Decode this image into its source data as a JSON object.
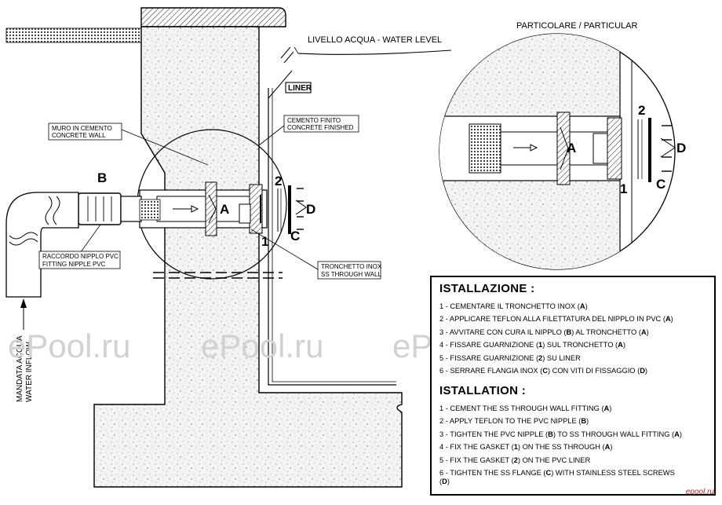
{
  "labels": {
    "water_level": "LIVELLO ACQUA - WATER LEVEL",
    "liner": "LINER",
    "particular": "PARTICOLARE / PARTICULAR",
    "wall_it": "MURO IN CEMENTO",
    "wall_en": "CONCRETE WALL",
    "cement_it": "CEMENTO FINITO",
    "cement_en": "CONCRETE FINISHED",
    "fitting_it": "RACCORDO NIPPLO PVC",
    "fitting_en": "FITTING NIPPLE PVC",
    "through_it": "TRONCHETTO INOX",
    "through_en": "SS THROUGH WALL",
    "inflow_it": "MANDATA ACQUA",
    "inflow_en": "WATER INFLOW",
    "letter_a": "A",
    "letter_b": "B",
    "letter_c": "C",
    "letter_d": "D",
    "num_1": "1",
    "num_2": "2"
  },
  "watermark": "ePool.ru",
  "logo": "epool.ru",
  "instructions": {
    "it_title": "ISTALLAZIONE :",
    "en_title": "ISTALLATION :",
    "it_steps": [
      {
        "pre": "1 - CEMENTARE IL TRONCHETTO INOX (",
        "b1": "A",
        "mid": ")",
        "b2": "",
        "post": ""
      },
      {
        "pre": "2 - APPLICARE TEFLON ALLA FILETTATURA DEL NIPPLO IN PVC (",
        "b1": "A",
        "mid": ")",
        "b2": "",
        "post": ""
      },
      {
        "pre": "3 - AVVITARE CON CURA IL NIPPLO (",
        "b1": "B",
        "mid": ") AL TRONCHETTO (",
        "b2": "A",
        "post": ")"
      },
      {
        "pre": "4 - FISSARE GUARNIZIONE (",
        "b1": "1",
        "mid": ") SUL TRONCHETTO (",
        "b2": "A",
        "post": ")"
      },
      {
        "pre": "5 - FISSARE GUARNIZIONE (",
        "b1": "2",
        "mid": ") SU LINER",
        "b2": "",
        "post": ""
      },
      {
        "pre": "6 - SERRARE FLANGIA INOX (",
        "b1": "C",
        "mid": ") CON VITI DI FISSAGGIO (",
        "b2": "D",
        "post": ")"
      }
    ],
    "en_steps": [
      {
        "pre": "1 - CEMENT THE SS THROUGH WALL FITTING (",
        "b1": "A",
        "mid": ")",
        "b2": "",
        "post": ""
      },
      {
        "pre": "2 - APPLY TEFLON TO THE PVC NIPPLE (",
        "b1": "B",
        "mid": ")",
        "b2": "",
        "post": ""
      },
      {
        "pre": "3 - TIGHTEN THE PVC NIPPLE (",
        "b1": "B",
        "mid": ") TO SS THROUGH WALL FITTING (",
        "b2": "A",
        "post": ")"
      },
      {
        "pre": "4 - FIX THE GASKET (",
        "b1": "1",
        "mid": ") ON THE SS THROUGH (",
        "b2": "A",
        "post": ")"
      },
      {
        "pre": "5 - FIX THE GASKET (",
        "b1": "2",
        "mid": ") ON THE PVC LINER",
        "b2": "",
        "post": ""
      },
      {
        "pre": "6 - TIGHTEN THE SS FLANGE (",
        "b1": "C",
        "mid": ") WITH STAINLESS STEEL SCREWS (",
        "b2": "D",
        "post": ")"
      }
    ]
  }
}
